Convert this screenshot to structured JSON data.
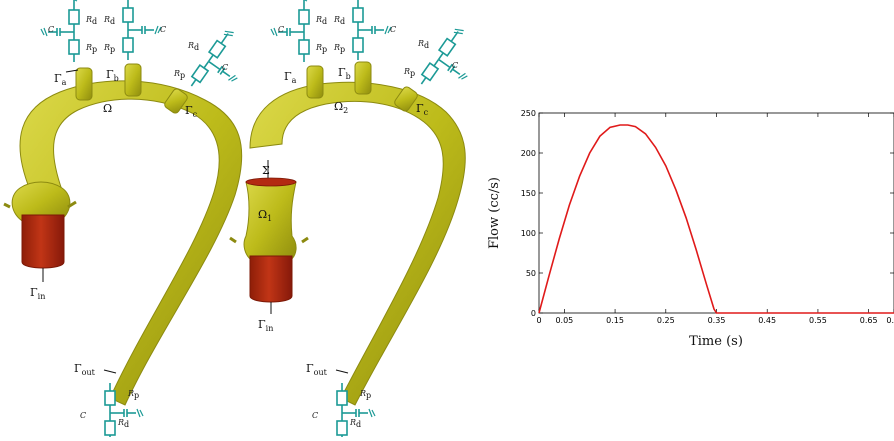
{
  "colors": {
    "vessel": "#c2c01c",
    "vessel_dark": "#8c8a10",
    "inlet": "#b32a12",
    "inlet_dark": "#7c1806",
    "windkessel": "#1c9a96",
    "curve": "#e01a1a"
  },
  "left_diagram": {
    "domain_label": "Ω",
    "gamma_a": "Γ",
    "gamma_a_sub": "a",
    "gamma_b": "Γ",
    "gamma_b_sub": "b",
    "gamma_c": "Γ",
    "gamma_c_sub": "c",
    "gamma_in": "Γ",
    "gamma_in_sub": "in",
    "gamma_out": "Γ",
    "gamma_out_sub": "out"
  },
  "right_diagram": {
    "domain2_label": "Ω",
    "domain2_sub": "2",
    "domain1_label": "Ω",
    "domain1_sub": "1",
    "interface_label": "Σ",
    "gamma_a": "Γ",
    "gamma_a_sub": "a",
    "gamma_b": "Γ",
    "gamma_b_sub": "b",
    "gamma_c": "Γ",
    "gamma_c_sub": "c",
    "gamma_in": "Γ",
    "gamma_in_sub": "in",
    "gamma_out": "Γ",
    "gamma_out_sub": "out"
  },
  "windkessel_labels": {
    "capacitor": "C",
    "proximal": "R",
    "proximal_sub": "p",
    "distal": "R",
    "distal_sub": "d"
  },
  "chart_data": {
    "type": "line",
    "title": "",
    "xlabel": "Time (s)",
    "ylabel": "Flow (cc/s)",
    "xlim": [
      0,
      0.7
    ],
    "ylim": [
      0,
      250
    ],
    "x_ticks": [
      "0",
      "0.05",
      "0.15",
      "0.25",
      "0.35",
      "0.45",
      "0.55",
      "0.65",
      "0."
    ],
    "y_ticks": [
      "0",
      "50",
      "100",
      "150",
      "200",
      "250"
    ],
    "grid": false,
    "series": [
      {
        "color": "#e01a1a",
        "x": [
          0,
          0.02,
          0.04,
          0.06,
          0.08,
          0.1,
          0.12,
          0.14,
          0.16,
          0.175,
          0.19,
          0.21,
          0.23,
          0.25,
          0.27,
          0.29,
          0.31,
          0.33,
          0.345,
          0.35,
          0.4,
          0.5,
          0.6,
          0.7
        ],
        "y": [
          0,
          47,
          93,
          135,
          171,
          200,
          221,
          232,
          235,
          235,
          233,
          224,
          207,
          184,
          154,
          119,
          79,
          36,
          5,
          0,
          0,
          0,
          0,
          0
        ]
      }
    ]
  }
}
